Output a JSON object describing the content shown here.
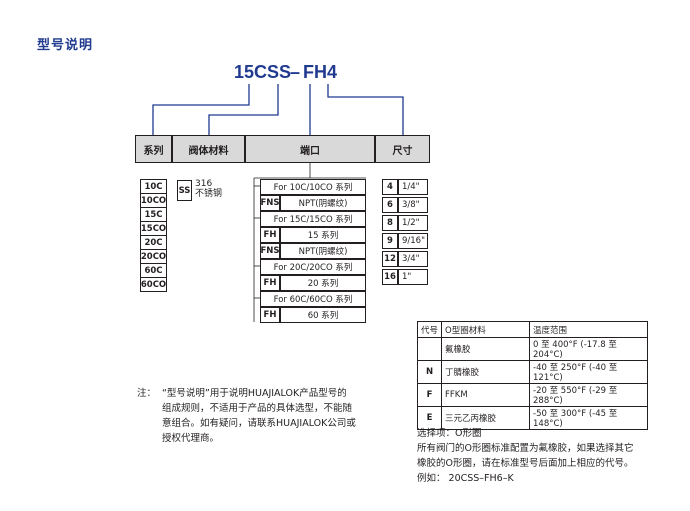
{
  "title": "型号说明",
  "model_code": {
    "part1": "15CSS",
    "dash": "–",
    "part2": "FH4"
  },
  "headers": {
    "series": "系列",
    "body_material": "阀体材料",
    "port": "端口",
    "size": "尺寸"
  },
  "series_codes": [
    "10C",
    "10CO",
    "15C",
    "15CO",
    "20C",
    "20CO",
    "60C",
    "60CO"
  ],
  "body_material": {
    "code": "SS",
    "line1": "316",
    "line2": "不锈钢"
  },
  "port_rows": [
    {
      "type": "group",
      "text": "For 10C/10CO 系列"
    },
    {
      "type": "item",
      "code": "FNS",
      "text": "NPT(阴螺纹)"
    },
    {
      "type": "group",
      "text": "For 15C/15CO 系列"
    },
    {
      "type": "item",
      "code": "FH",
      "text": "15 系列"
    },
    {
      "type": "item",
      "code": "FNS",
      "text": "NPT(阴螺纹)"
    },
    {
      "type": "group",
      "text": "For 20C/20CO 系列"
    },
    {
      "type": "item",
      "code": "FH",
      "text": "20 系列"
    },
    {
      "type": "group",
      "text": "For 60C/60CO 系列"
    },
    {
      "type": "item",
      "code": "FH",
      "text": "60 系列"
    }
  ],
  "size_rows": [
    {
      "code": "4",
      "size": "1/4\""
    },
    {
      "code": "6",
      "size": "3/8\""
    },
    {
      "code": "8",
      "size": "1/2\""
    },
    {
      "code": "9",
      "size": "9/16\""
    },
    {
      "code": "12",
      "size": "3/4\""
    },
    {
      "code": "16",
      "size": "1\""
    }
  ],
  "oring_table": {
    "headers": [
      "代号",
      "O型圈材料",
      "温度范围"
    ],
    "rows": [
      [
        "",
        "氟橡胶",
        "0 至 400°F (-17.8 至 204°C)"
      ],
      [
        "N",
        "丁腈橡胶",
        "-40 至 250°F (-40 至 121°C)"
      ],
      [
        "F",
        "FFKM",
        "-20 至 550°F (-29 至 288°C)"
      ],
      [
        "E",
        "三元乙丙橡胶",
        "-50 至 300°F (-45 至 148°C)"
      ]
    ]
  },
  "note": {
    "label": "注：",
    "lines": [
      "“型号说明”用于说明HUAJIALOK产品型号的",
      "组成规则，不适用于产品的具体选型，不能随",
      "意组合。如有疑问，请联系HUAJIALOK公司或",
      "授权代理商。"
    ]
  },
  "option": {
    "lines": [
      "选择项：O形圈",
      "所有阀门的O形圈标准配置为氟橡胶，如果选择其它",
      "橡胶的O形圈，请在标准型号后面加上相应的代号。",
      "例如：  20CSS–FH6–K"
    ]
  },
  "colors": {
    "title": "#1f3a8f",
    "connector": "#1f3a8f",
    "header_bg": "#d9d9da"
  }
}
